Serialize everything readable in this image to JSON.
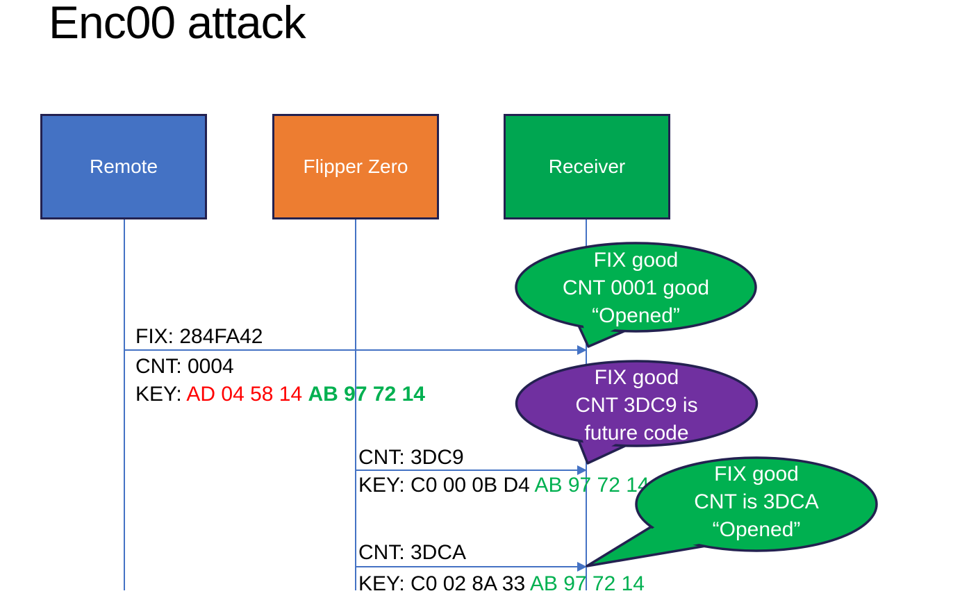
{
  "slide": {
    "title": "Enc00 attack"
  },
  "actors": [
    {
      "label": "Remote",
      "color": "#4472C4"
    },
    {
      "label": "Flipper Zero",
      "color": "#ED7D31"
    },
    {
      "label": "Receiver",
      "color": "#00A651"
    }
  ],
  "messages": [
    {
      "fix": "FIX: 284FA42",
      "cnt": "CNT: 0004",
      "key_prefix": "KEY: ",
      "key_red": "AD 04 58 14 ",
      "key_green": "AB 97 72 14"
    },
    {
      "cnt": "CNT: 3DC9",
      "key_prefix": "KEY: ",
      "key_black": "C0 00 0B D4 ",
      "key_green": "AB 97 72 14"
    },
    {
      "cnt": "CNT: 3DCA",
      "key_prefix": "KEY: ",
      "key_black": "C0 02 8A 33 ",
      "key_green": "AB 97 72 14"
    }
  ],
  "callouts": [
    {
      "fill": "#00B050",
      "lines": [
        "FIX good",
        "CNT 0001 good",
        "“Opened”"
      ]
    },
    {
      "fill": "#7030A0",
      "lines": [
        "FIX good",
        "CNT 3DC9 is",
        "future code"
      ]
    },
    {
      "fill": "#00B050",
      "lines": [
        "FIX good",
        "CNT is 3DCA",
        "“Opened”"
      ]
    }
  ],
  "colors": {
    "lifeline_blue": "#4472C4",
    "border_navy": "#232150",
    "key_red": "#FF0000",
    "key_green": "#00B050",
    "title_black": "#000000"
  }
}
